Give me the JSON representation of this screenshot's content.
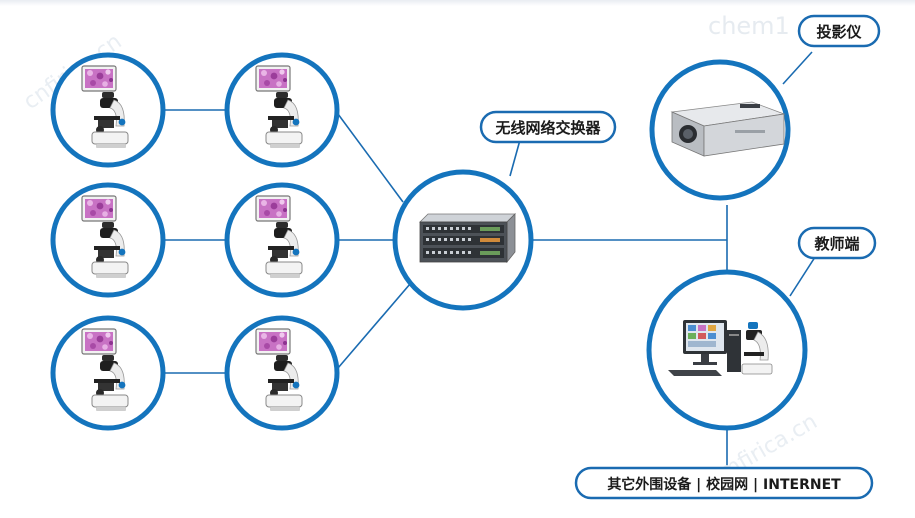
{
  "labels": {
    "projector": "投影仪",
    "switch": "无线网络交换器",
    "teacher": "教师端",
    "external": "其它外围设备 | 校园网 | INTERNET"
  },
  "watermarks": {
    "top_left": "cnfirica.cn",
    "top_right": "chem1",
    "bottom_right": "chemfirica.cn"
  },
  "colors": {
    "ring": "#1474bd",
    "line": "#1a6bb1",
    "label_border": "#1a6bb1",
    "specimen": "#c872c4"
  },
  "icons": {
    "microscope": "microscope-icon",
    "switch": "network-switch-icon",
    "projector": "projector-icon",
    "teacher": "teacher-workstation-icon"
  }
}
